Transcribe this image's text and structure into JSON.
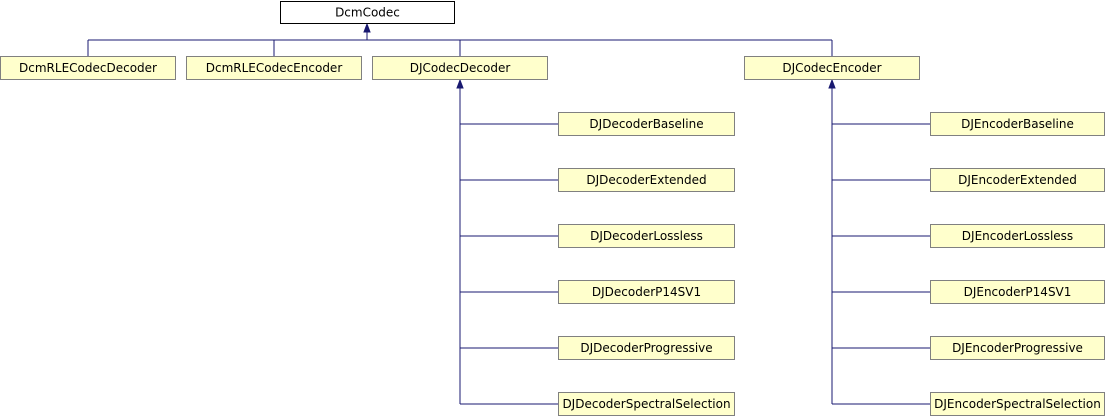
{
  "colors": {
    "edge": "#191970",
    "base_fill": "#ffffff",
    "derived_fill": "#ffffcc",
    "derived_stroke": "#808080"
  },
  "nodes": {
    "dcmcodec": "DcmCodec",
    "dcmrlecodecdecoder": "DcmRLECodecDecoder",
    "dcmrlecodecencoder": "DcmRLECodecEncoder",
    "djcodecdecoder": "DJCodecDecoder",
    "djcodecencoder": "DJCodecEncoder",
    "djdecoderbaseline": "DJDecoderBaseline",
    "djdecoderextended": "DJDecoderExtended",
    "djdecoderlossless": "DJDecoderLossless",
    "djdecoderp14sv1": "DJDecoderP14SV1",
    "djdecoderprogressive": "DJDecoderProgressive",
    "djdecoderspectralselection": "DJDecoderSpectralSelection",
    "djencoderbaseline": "DJEncoderBaseline",
    "djencoderextended": "DJEncoderExtended",
    "djencoderlossless": "DJEncoderLossless",
    "djencoderp14sv1": "DJEncoderP14SV1",
    "djencoderprogressive": "DJEncoderProgressive",
    "djencoderspectralselection": "DJEncoderSpectralSelection"
  }
}
